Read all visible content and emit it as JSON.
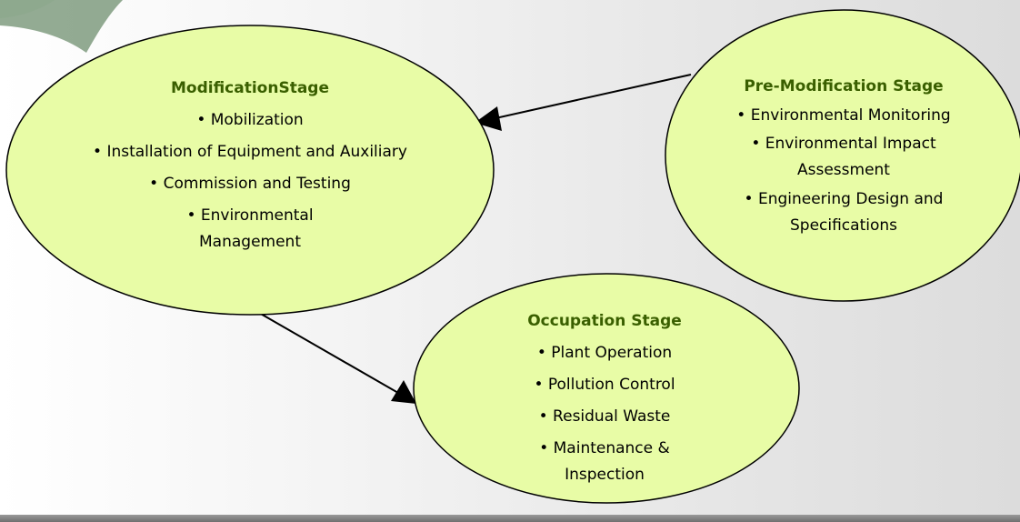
{
  "colors": {
    "ellipse_fill": "#e8fca6",
    "ellipse_stroke": "#000000",
    "title_text": "#3a5f00",
    "arrow": "#000000"
  },
  "stages": {
    "modification": {
      "title": "ModificationStage",
      "items": [
        "• Mobilization",
        "• Installation of Equipment and Auxiliary",
        "• Commission and Testing",
        "• Environmental Management"
      ]
    },
    "pre_modification": {
      "title": "Pre-Modification Stage",
      "items": [
        "• Environmental Monitoring",
        "• Environmental Impact Assessment",
        "• Engineering Design and Specifications"
      ]
    },
    "occupation": {
      "title": "Occupation Stage",
      "items": [
        "• Plant Operation",
        "• Pollution Control",
        "• Residual Waste",
        "• Maintenance & Inspection"
      ]
    }
  },
  "connections": [
    {
      "from": "Pre-Modification Stage",
      "to": "ModificationStage"
    },
    {
      "from": "ModificationStage",
      "to": "Occupation Stage"
    }
  ]
}
